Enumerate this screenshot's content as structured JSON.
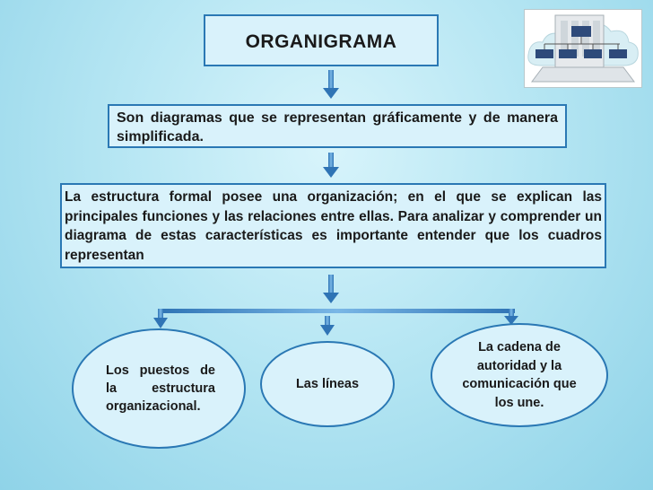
{
  "title": "ORGANIGRAMA",
  "definition": "Son diagramas que se representan gráficamente y de manera simplificada.",
  "structure": "La estructura formal posee una organización;  en el que se explican las principales funciones y las relaciones entre ellas. Para analizar y comprender un diagrama de estas características es importante entender que los cuadros representan",
  "branches": [
    "Los puestos de la estructura organizacional.",
    "Las líneas",
    "La cadena de autoridad y la comunicación que los une."
  ],
  "colors": {
    "box_fill": "#d9f2fb",
    "box_border": "#2a78b4",
    "arrow": "#4a8fc9"
  }
}
